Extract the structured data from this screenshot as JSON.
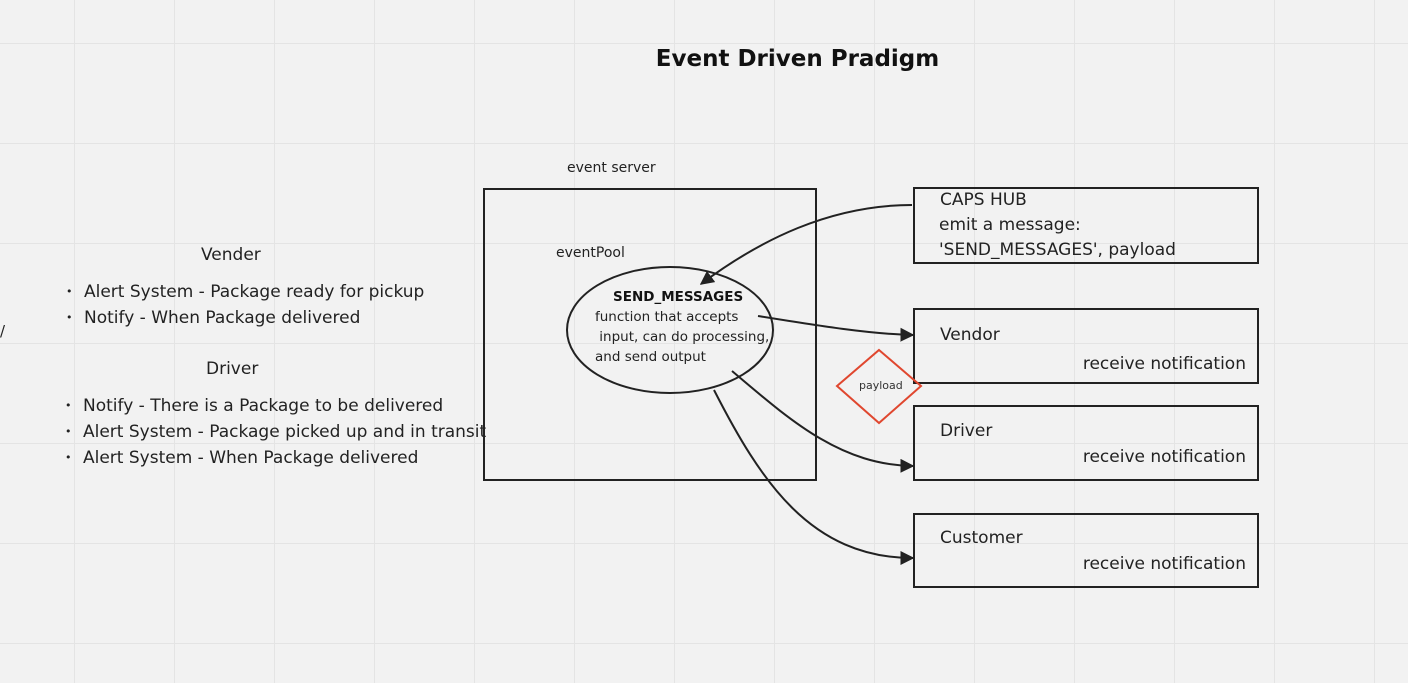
{
  "diagram": {
    "title": "Event Driven Pradigm",
    "left_panel": {
      "vender_heading": "Vender",
      "vender_items": [
        "Alert System - Package ready for pickup",
        "Notify - When Package delivered"
      ],
      "driver_heading": "Driver",
      "driver_items": [
        "Notify - There is a Package to be delivered",
        "Alert System - Package picked up and in transit",
        "Alert System - When Package delivered"
      ],
      "stray_mark": "/"
    },
    "server": {
      "label": "event server",
      "pool_label": "eventPool",
      "function_title": "SEND_MESSAGES",
      "function_desc": [
        "function that accepts",
        " input, can do processing,",
        "and send output"
      ]
    },
    "hub": {
      "title": "CAPS HUB",
      "line1": "emit a message:",
      "line2": "'SEND_MESSAGES', payload"
    },
    "clients": [
      {
        "name": "Vendor",
        "note": "receive notification"
      },
      {
        "name": "Driver",
        "note": "receive notification"
      },
      {
        "name": "Customer",
        "note": "receive notification"
      }
    ],
    "payload_label": "payload",
    "colors": {
      "background": "#f2f2f2",
      "grid": "#e4e4e4",
      "stroke": "#222222",
      "payload": "#e0472f"
    }
  }
}
